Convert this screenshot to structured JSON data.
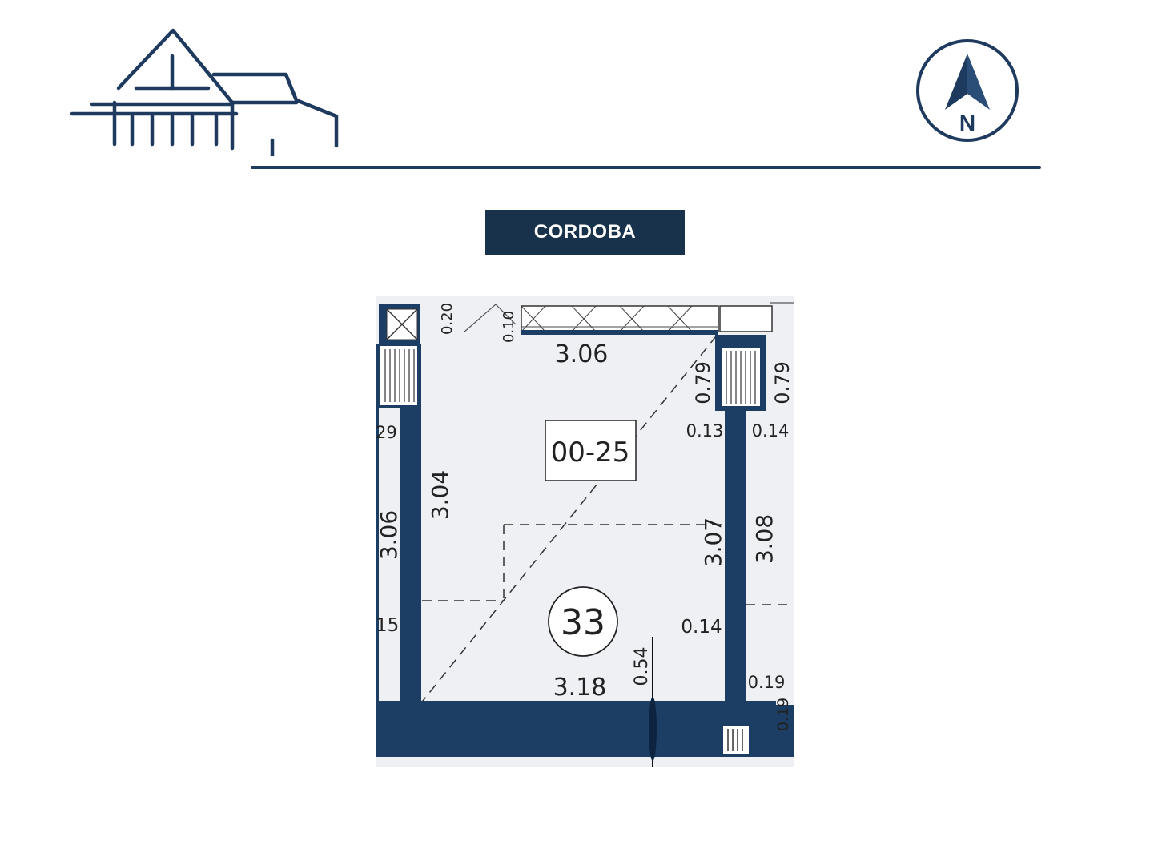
{
  "header": {
    "title": "CORDOBA",
    "compass_label": "N"
  },
  "colors": {
    "brand": "#1f3a5f",
    "badge_bg": "#17324a",
    "wall": "#1c3d64",
    "plan_bg": "#eef0f4"
  },
  "icons": {
    "logo": "house-roof-logo-icon",
    "compass": "north-arrow-icon"
  },
  "plan": {
    "unit_code": "00-25",
    "unit_number": "33",
    "dimensions": {
      "top_width": "3.06",
      "top_small_a": "0.20",
      "top_small_b": "0.10",
      "left_inner": "3.04",
      "left_outer": "3.06",
      "left_29": "29",
      "left_15": "15",
      "right_inner": "3.07",
      "right_outer": "3.08",
      "right_079_a": "0.79",
      "right_079_b": "0.79",
      "right_013": "0.13",
      "right_014_top": "0.14",
      "right_014_mid": "0.14",
      "bottom_width": "3.18",
      "bottom_054": "0.54",
      "bottom_019_a": "0.19",
      "bottom_019_b": "0.19"
    }
  }
}
